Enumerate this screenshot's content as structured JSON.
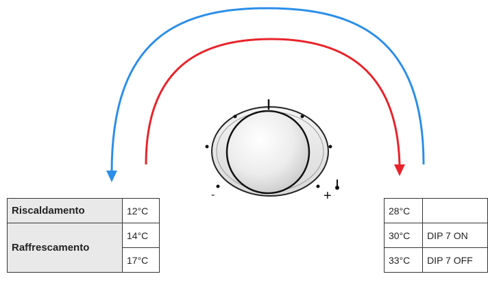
{
  "dial": {
    "minus_label": "-",
    "plus_label": "+",
    "thermometer_icon": "thermometer-icon"
  },
  "arrows": {
    "cooling_color": "#2b8ee8",
    "heating_color": "#e8232a"
  },
  "left_table": {
    "heating": {
      "label": "Riscaldamento",
      "value": "12°C"
    },
    "cooling": {
      "label": "Raffrescamento",
      "values": [
        "14°C",
        "17°C"
      ]
    }
  },
  "right_table": {
    "rows": [
      {
        "temp": "28°C",
        "dip": ""
      },
      {
        "temp": "30°C",
        "dip": "DIP 7 ON"
      },
      {
        "temp": "33°C",
        "dip": "DIP 7 OFF"
      }
    ]
  }
}
